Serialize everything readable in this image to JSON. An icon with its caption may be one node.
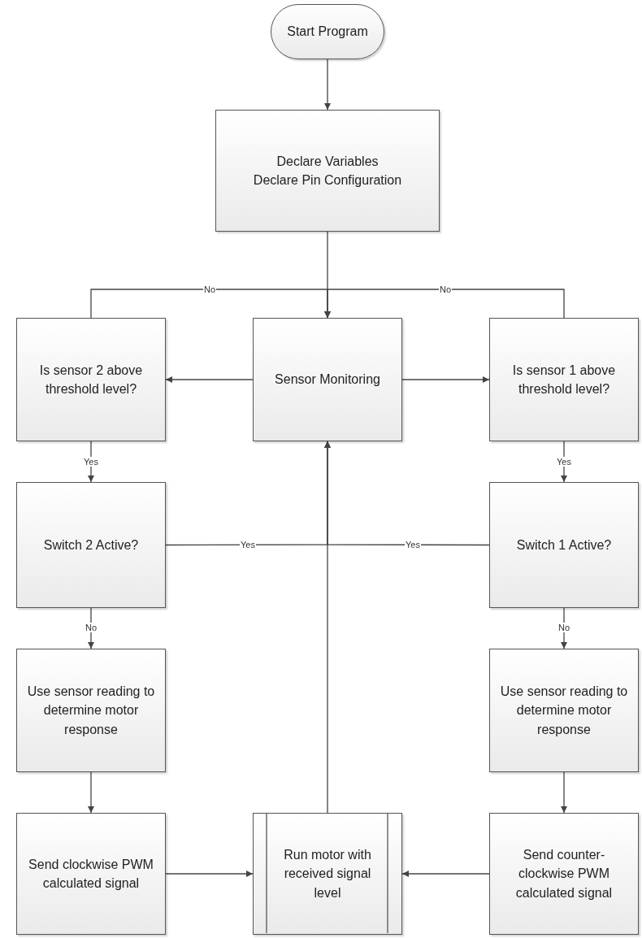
{
  "diagram": {
    "nodes": [
      {
        "text": [
          "Start Program"
        ]
      },
      {
        "text": [
          "Declare Variables",
          "Declare Pin Configuration"
        ]
      },
      {
        "text": [
          "Sensor Monitoring"
        ]
      },
      {
        "text": [
          "Is sensor 2 above threshold level?"
        ]
      },
      {
        "text": [
          "Is sensor 1 above threshold level?"
        ]
      },
      {
        "text": [
          "Switch 2 Active?"
        ]
      },
      {
        "text": [
          "Switch 1 Active?"
        ]
      },
      {
        "text": [
          "Use sensor reading to determine motor response"
        ]
      },
      {
        "text": [
          "Use sensor reading to determine motor response"
        ]
      },
      {
        "text": [
          "Send clockwise PWM calculated signal"
        ]
      },
      {
        "text": [
          "Run motor with received signal level"
        ]
      },
      {
        "text": [
          "Send counter-clockwise PWM calculated signal"
        ]
      }
    ],
    "edges": [
      {
        "from": 0,
        "to": 1,
        "arrow": "to"
      },
      {
        "from": 1,
        "to": 2,
        "arrow": "to"
      },
      {
        "from": 2,
        "to": 3,
        "arrow": "to"
      },
      {
        "from": 2,
        "to": 4,
        "arrow": "to"
      },
      {
        "from": 3,
        "to": 2,
        "arrow": "to",
        "label": "No"
      },
      {
        "from": 4,
        "to": 2,
        "arrow": "to",
        "label": "No"
      },
      {
        "from": 3,
        "to": 5,
        "arrow": "to",
        "label": "Yes"
      },
      {
        "from": 4,
        "to": 6,
        "arrow": "to",
        "label": "Yes"
      },
      {
        "from": 5,
        "to": 2,
        "arrow": "to",
        "label": "Yes"
      },
      {
        "from": 6,
        "to": 2,
        "arrow": "to",
        "label": "Yes"
      },
      {
        "from": 5,
        "to": 7,
        "arrow": "to",
        "label": "No"
      },
      {
        "from": 6,
        "to": 8,
        "arrow": "to",
        "label": "No"
      },
      {
        "from": 7,
        "to": 9,
        "arrow": "to"
      },
      {
        "from": 8,
        "to": 11,
        "arrow": "to"
      },
      {
        "from": 9,
        "to": 10,
        "arrow": "to"
      },
      {
        "from": 11,
        "to": 10,
        "arrow": "to"
      },
      {
        "from": 10,
        "to": 2,
        "arrow": "to"
      }
    ]
  }
}
